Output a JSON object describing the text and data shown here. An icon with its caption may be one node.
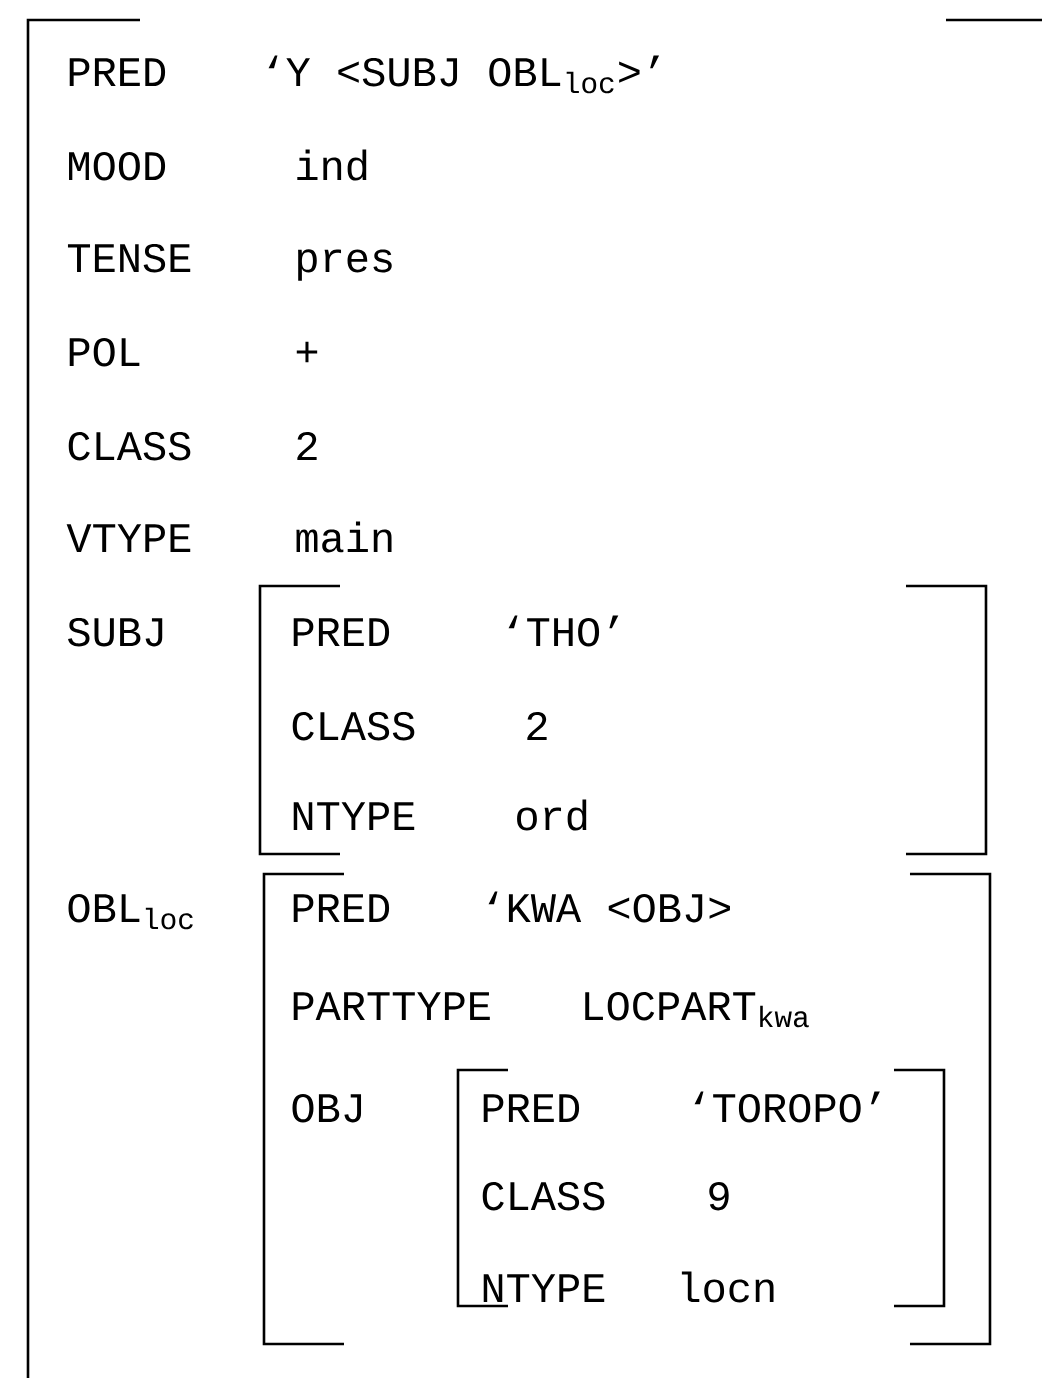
{
  "diagram": {
    "nodes": [
      {
        "text": [
          "PRED",
          "‘Y <SUBJ OBL$_{loc}$>’",
          "MOOD",
          "ind",
          "TENSE",
          "pres",
          "POL",
          "+",
          "CLASS",
          "2",
          "VTYPE",
          "main",
          "SUBJ",
          "OBL$_{loc}$"
        ]
      },
      {
        "text": [
          "PRED",
          "‘THO’",
          "CLASS",
          "2",
          "NTYPE",
          "ord"
        ],
        "in": 0
      },
      {
        "text": [
          "PRED",
          "‘KWA <OBJ>",
          "PARTTYPE",
          "LOCPART$_{kwa}$",
          "OBJ"
        ],
        "in": 0
      },
      {
        "text": [
          "PRED",
          "‘TOROPO’",
          "CLASS",
          "9",
          "NTYPE",
          "locn"
        ],
        "in": 2
      }
    ]
  }
}
